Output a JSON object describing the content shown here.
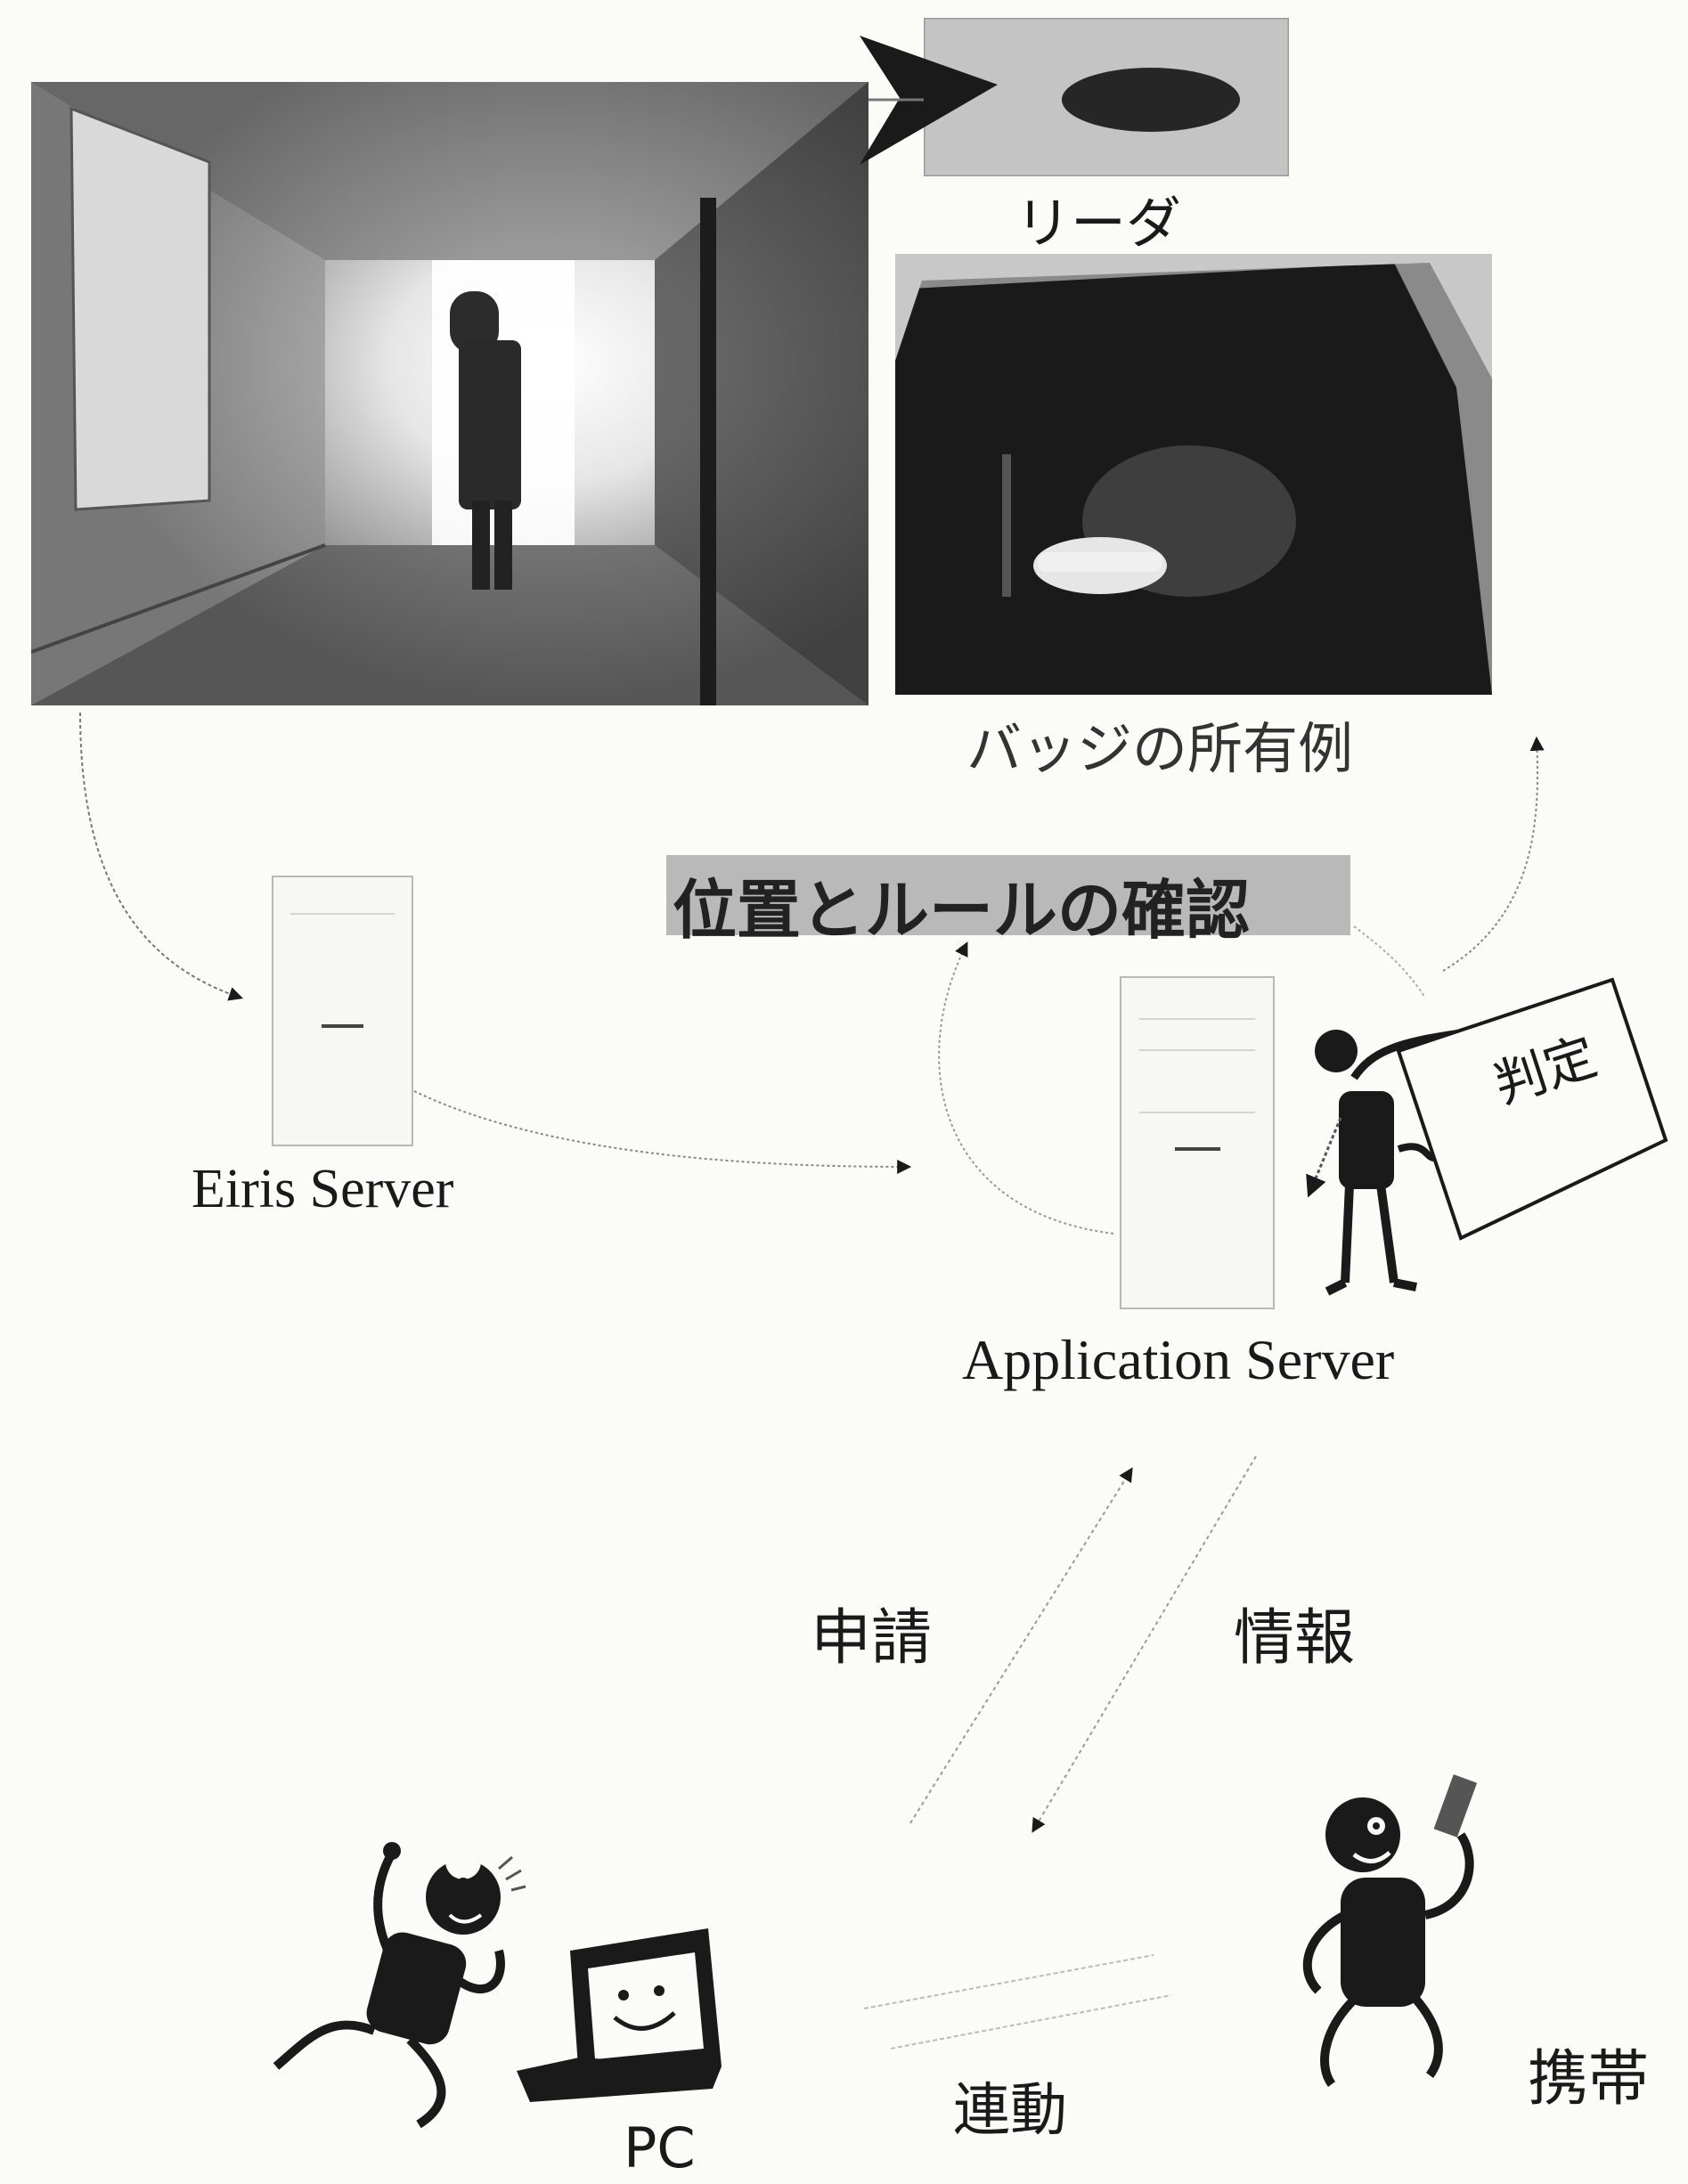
{
  "labels": {
    "reader": "リーダ",
    "badge_example": "バッジの所有例",
    "check_position_rules": "位置とルールの確認",
    "judgement": "判定",
    "eiris_server": "Eiris Server",
    "application_server": "Application Server",
    "request": "申請",
    "information": "情報",
    "linkage": "連動",
    "pc": "PC",
    "mobile": "携帯"
  },
  "icons": {
    "corridor_photo": "corridor-photo",
    "reader_photo": "reader-photo",
    "badge_photo": "badge-photo",
    "eiris_server": "server-icon",
    "application_server": "server-icon",
    "judge_person": "stick-figure-holding-sign",
    "pc_person": "running-stick-figure",
    "pc": "laptop-icon",
    "mobile_person": "stick-figure-with-phone"
  }
}
